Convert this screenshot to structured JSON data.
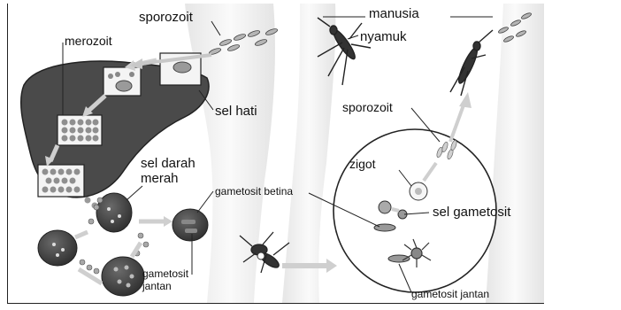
{
  "labels": {
    "manusia": "manusia",
    "sporozoit_top": "sporozoit",
    "nyamuk": "nyamuk",
    "merozoit": "merozoit",
    "sel_hati": "sel hati",
    "sel_darah_merah": "sel darah\nmerah",
    "gametosit_betina": "gametosit betina",
    "gametosit_jantan_left": "gametosit\njantan",
    "sporozoit_right": "sporozoit",
    "zigot": "zigot",
    "sel_gametosit": "sel gametosit",
    "gametosit_jantan_bottom": "gametosit jantan"
  },
  "colors": {
    "liver": "#4a4a4a",
    "cell_dark": "#3c3c3c",
    "outline": "#222222",
    "arrow": "#c8c8c8",
    "skin": "#f0f0f0"
  }
}
